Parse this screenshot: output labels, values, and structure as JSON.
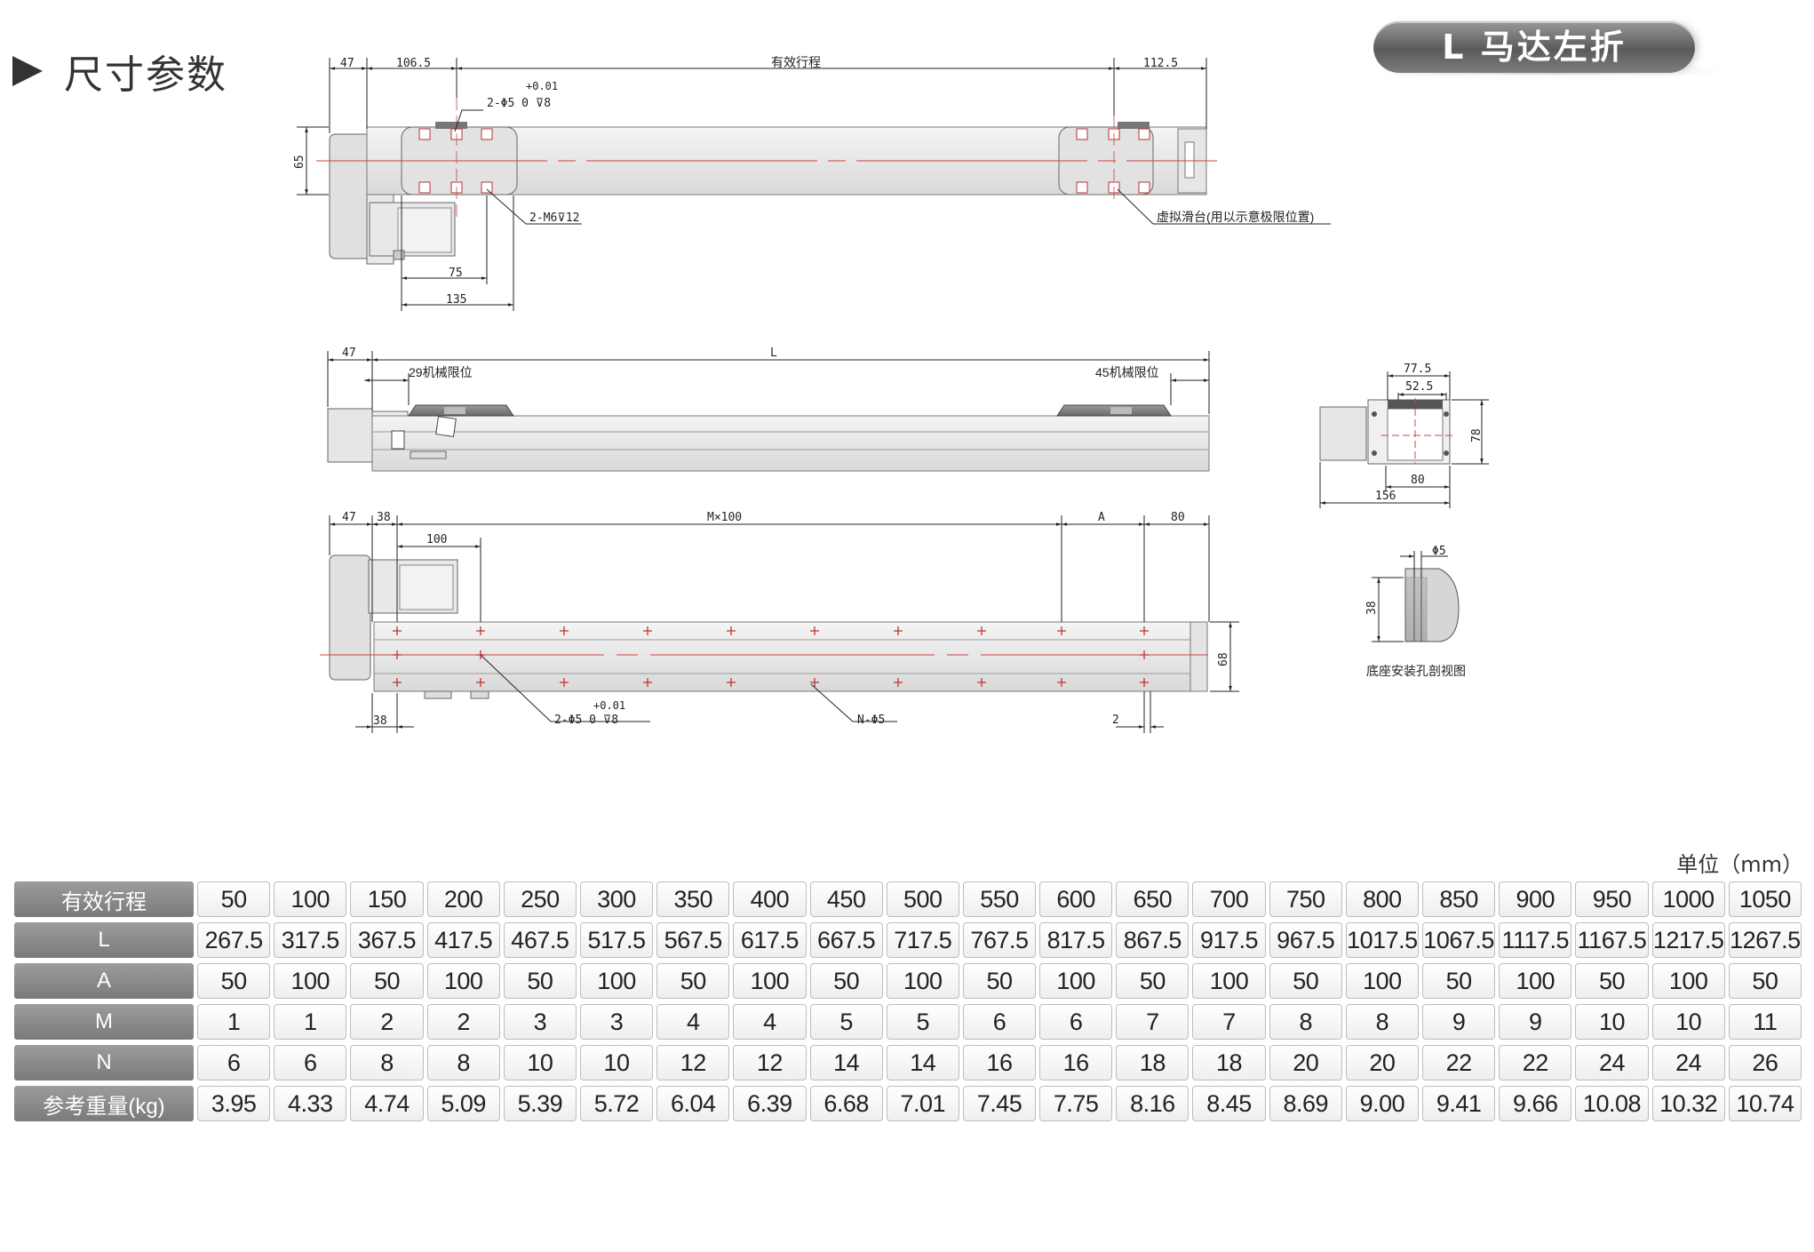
{
  "header": {
    "title": "尺寸参数",
    "badge": "L 马达左折"
  },
  "drawing": {
    "top_view": {
      "dim_47": "47",
      "dim_106_5": "106.5",
      "stroke_label": "有效行程",
      "dim_112_5": "112.5",
      "tol_plus": "+0.01",
      "tol_line": "2-Φ5   0   ⊽8",
      "dim_65": "65",
      "thread_label": "2-M6⊽12",
      "dim_75": "75",
      "dim_135": "135",
      "virtual_slide": "虚拟滑台(用以示意极限位置)"
    },
    "side_view": {
      "dim_47": "47",
      "dim_L": "L",
      "limit_left": "29机械限位",
      "limit_right": "45机械限位"
    },
    "bottom_view": {
      "dim_47": "47",
      "dim_38_top": "38",
      "dim_m100": "M×100",
      "dim_A": "A",
      "dim_80": "80",
      "dim_100": "100",
      "dim_68": "68",
      "dim_38_bottom": "38",
      "tol_plus": "+0.01",
      "tol_line": "2-Φ5   0   ⊽8",
      "holes": "N-Φ5",
      "dim_2": "2"
    },
    "end_view": {
      "dim_77_5": "77.5",
      "dim_52_5": "52.5",
      "dim_78": "78",
      "dim_80": "80",
      "dim_156": "156"
    },
    "section_view": {
      "dim_phi5": "Φ5",
      "dim_38": "38",
      "caption": "底座安装孔剖视图"
    }
  },
  "unit_label": "单位（mm）",
  "table": {
    "rows": [
      {
        "label": "有效行程",
        "values": [
          "50",
          "100",
          "150",
          "200",
          "250",
          "300",
          "350",
          "400",
          "450",
          "500",
          "550",
          "600",
          "650",
          "700",
          "750",
          "800",
          "850",
          "900",
          "950",
          "1000",
          "1050"
        ]
      },
      {
        "label": "L",
        "values": [
          "267.5",
          "317.5",
          "367.5",
          "417.5",
          "467.5",
          "517.5",
          "567.5",
          "617.5",
          "667.5",
          "717.5",
          "767.5",
          "817.5",
          "867.5",
          "917.5",
          "967.5",
          "1017.5",
          "1067.5",
          "1117.5",
          "1167.5",
          "1217.5",
          "1267.5"
        ]
      },
      {
        "label": "A",
        "values": [
          "50",
          "100",
          "50",
          "100",
          "50",
          "100",
          "50",
          "100",
          "50",
          "100",
          "50",
          "100",
          "50",
          "100",
          "50",
          "100",
          "50",
          "100",
          "50",
          "100",
          "50"
        ]
      },
      {
        "label": "M",
        "values": [
          "1",
          "1",
          "2",
          "2",
          "3",
          "3",
          "4",
          "4",
          "5",
          "5",
          "6",
          "6",
          "7",
          "7",
          "8",
          "8",
          "9",
          "9",
          "10",
          "10",
          "11"
        ]
      },
      {
        "label": "N",
        "values": [
          "6",
          "6",
          "8",
          "8",
          "10",
          "10",
          "12",
          "12",
          "14",
          "14",
          "16",
          "16",
          "18",
          "18",
          "20",
          "20",
          "22",
          "22",
          "24",
          "24",
          "26"
        ]
      },
      {
        "label": "参考重量(kg)",
        "values": [
          "3.95",
          "4.33",
          "4.74",
          "5.09",
          "5.39",
          "5.72",
          "6.04",
          "6.39",
          "6.68",
          "7.01",
          "7.45",
          "7.75",
          "8.16",
          "8.45",
          "8.69",
          "9.00",
          "9.41",
          "9.66",
          "10.08",
          "10.32",
          "10.74"
        ]
      }
    ]
  }
}
